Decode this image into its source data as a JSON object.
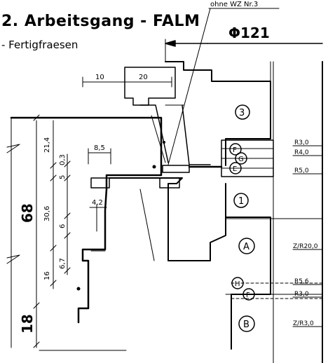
{
  "title": "2. Arbeitsgang - FALM",
  "subtitle": "- Fertigfraesen",
  "tool_note": "ohne WZ Nr.3",
  "diameter": "Φ121",
  "dims": {
    "d10": "10",
    "d20": "20",
    "d85": "8,5",
    "d21_4": "21,4",
    "d0_3": "0,3",
    "d5": "5",
    "d30_6": "30,6",
    "d4_2": "4,2",
    "d6": "6",
    "d6_7": "6,7",
    "d16": "16",
    "d68": "68",
    "d18": "18"
  },
  "ops": {
    "op3": "3",
    "op1": "1",
    "opA": "A",
    "opB": "B",
    "opF1": "F",
    "opG": "G",
    "opE": "E",
    "opH": "H",
    "opF2": "F"
  },
  "radii": {
    "r3": "R3,0",
    "r4": "R4,0",
    "r5": "R5,0",
    "rA": "Z/R20,0",
    "r5_6": "R5,6",
    "r3b": "R3,0",
    "rB": "Z/R3,0"
  }
}
